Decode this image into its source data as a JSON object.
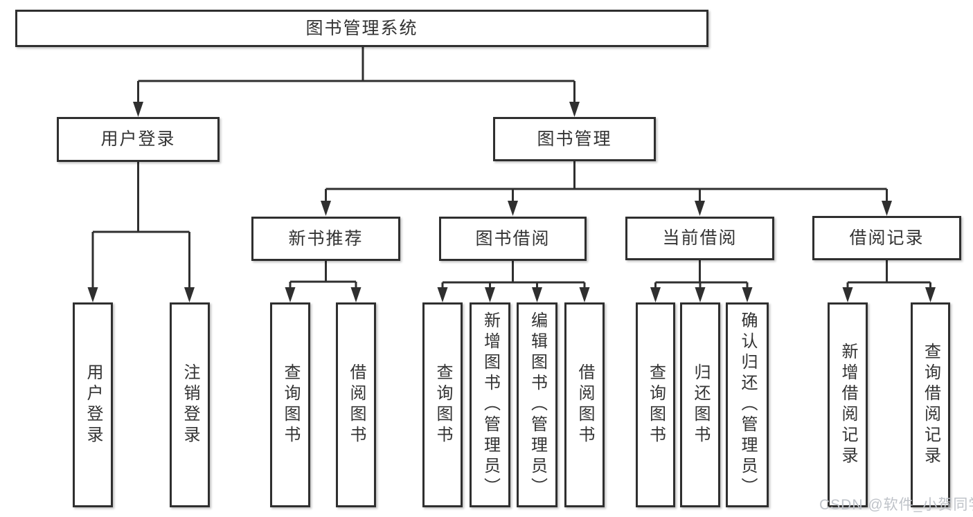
{
  "diagram": {
    "title": "图书管理系统",
    "tree": {
      "root": {
        "label": "图书管理系统",
        "children": [
          {
            "label": "用户登录",
            "children": [
              {
                "label": "用户登录"
              },
              {
                "label": "注销登录"
              }
            ]
          },
          {
            "label": "图书管理",
            "children": [
              {
                "label": "新书推荐",
                "children": [
                  {
                    "label": "查询图书"
                  },
                  {
                    "label": "借阅图书"
                  }
                ]
              },
              {
                "label": "图书借阅",
                "children": [
                  {
                    "label": "查询图书"
                  },
                  {
                    "label": "新增图书（管理员）"
                  },
                  {
                    "label": "编辑图书（管理员）"
                  },
                  {
                    "label": "借阅图书"
                  }
                ]
              },
              {
                "label": "当前借阅",
                "children": [
                  {
                    "label": "查询图书"
                  },
                  {
                    "label": "归还图书"
                  },
                  {
                    "label": "确认归还（管理员）"
                  }
                ]
              },
              {
                "label": "借阅记录",
                "children": [
                  {
                    "label": "新增借阅记录"
                  },
                  {
                    "label": "查询借阅记录"
                  }
                ]
              }
            ]
          }
        ]
      }
    },
    "colors": {
      "line": "#2f2f2f",
      "text": "#333333",
      "background": "#ffffff",
      "watermark": "#bfc3c9"
    }
  },
  "watermark": {
    "text": "CSDN @软件_小贺同学"
  }
}
